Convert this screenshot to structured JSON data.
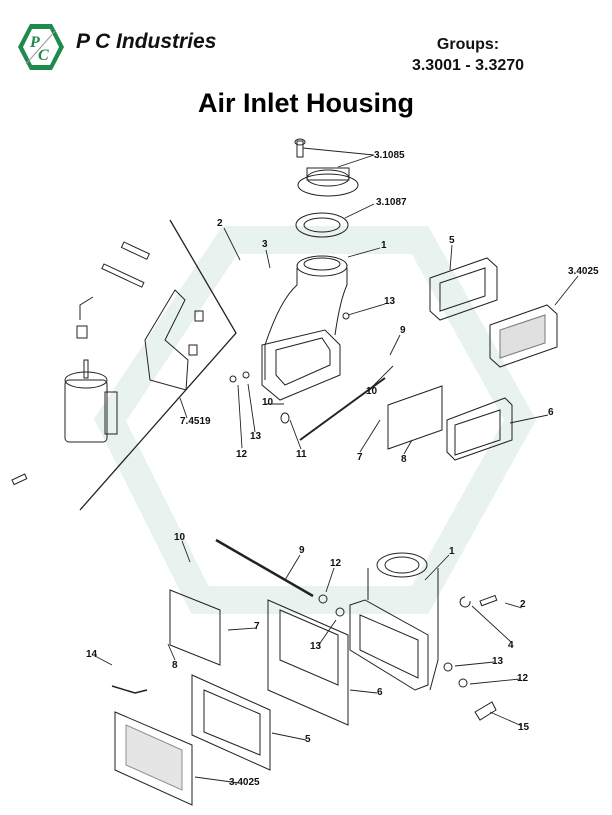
{
  "header": {
    "company": "P C Industries",
    "logo_text": "PC",
    "groups_label": "Groups:",
    "groups_range": "3.3001 - 3.3270"
  },
  "title": "Air Inlet Housing",
  "colors": {
    "logo_green": "#1e8a4c",
    "watermark": "#e6f1ec"
  },
  "callouts": [
    {
      "label": "3.1085"
    },
    {
      "label": "3.1087"
    },
    {
      "label": "2"
    },
    {
      "label": "3"
    },
    {
      "label": "1"
    },
    {
      "label": "5"
    },
    {
      "label": "3.4025"
    },
    {
      "label": "13"
    },
    {
      "label": "9"
    },
    {
      "label": "10"
    },
    {
      "label": "10"
    },
    {
      "label": "7.4519"
    },
    {
      "label": "13"
    },
    {
      "label": "12"
    },
    {
      "label": "11"
    },
    {
      "label": "7"
    },
    {
      "label": "8"
    },
    {
      "label": "6"
    },
    {
      "label": "10"
    },
    {
      "label": "9"
    },
    {
      "label": "12"
    },
    {
      "label": "1"
    },
    {
      "label": "2"
    },
    {
      "label": "7"
    },
    {
      "label": "13"
    },
    {
      "label": "4"
    },
    {
      "label": "14"
    },
    {
      "label": "8"
    },
    {
      "label": "13"
    },
    {
      "label": "12"
    },
    {
      "label": "6"
    },
    {
      "label": "5"
    },
    {
      "label": "15"
    },
    {
      "label": "3.4025"
    }
  ]
}
